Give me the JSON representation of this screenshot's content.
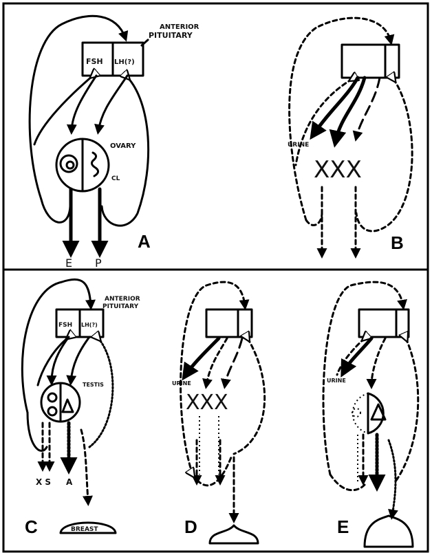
{
  "labels": {
    "anterior_pituitary_top_1": "ANTERIOR",
    "anterior_pituitary_top_2": "PITUITARY",
    "fsh_a": "FSH",
    "lh_a": "LH(?)",
    "ovary": "OVARY",
    "cl": "CL",
    "estrogen": "E",
    "progesterone": "P",
    "urine_b": "URINE",
    "xxx_b": "XXX",
    "anterior_pituitary_c_1": "ANTERIOR",
    "anterior_pituitary_c_2": "PITUITARY",
    "fsh_c": "FSH",
    "lh_c": "LH(?)",
    "testis": "TESTIS",
    "xs_c": "X S",
    "a_c": "A",
    "breast": "BREAST",
    "urine_d": "URINE",
    "xxx_d": "XXX",
    "urine_e": "URINE"
  },
  "panels": {
    "A": "A",
    "B": "B",
    "C": "C",
    "D": "D",
    "E": "E"
  }
}
